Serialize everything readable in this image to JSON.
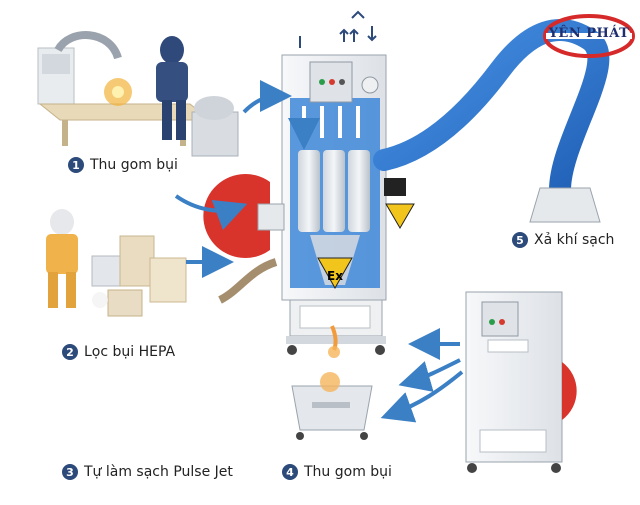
{
  "logo": {
    "text": "YÊN PHÁT",
    "colors": {
      "ring": "#d62a2a",
      "text": "#1f2f6e"
    }
  },
  "steps": [
    {
      "number": "1",
      "label": "Thu gom bụi"
    },
    {
      "number": "2",
      "label": "Lọc bụi HEPA"
    },
    {
      "number": "3",
      "label": "Tự làm sạch Pulse Jet"
    },
    {
      "number": "4",
      "label": "Thu gom bụi"
    },
    {
      "number": "5",
      "label": "Xả khí sạch"
    }
  ],
  "badges": {
    "ex": "Ex"
  },
  "colors": {
    "accent_blue": "#2f6fb8",
    "hose_blue": "#2f7fd8",
    "cabinet": "#eef0f2",
    "fan_red": "#d8342c",
    "arrow_blue": "#3b7fc4"
  }
}
